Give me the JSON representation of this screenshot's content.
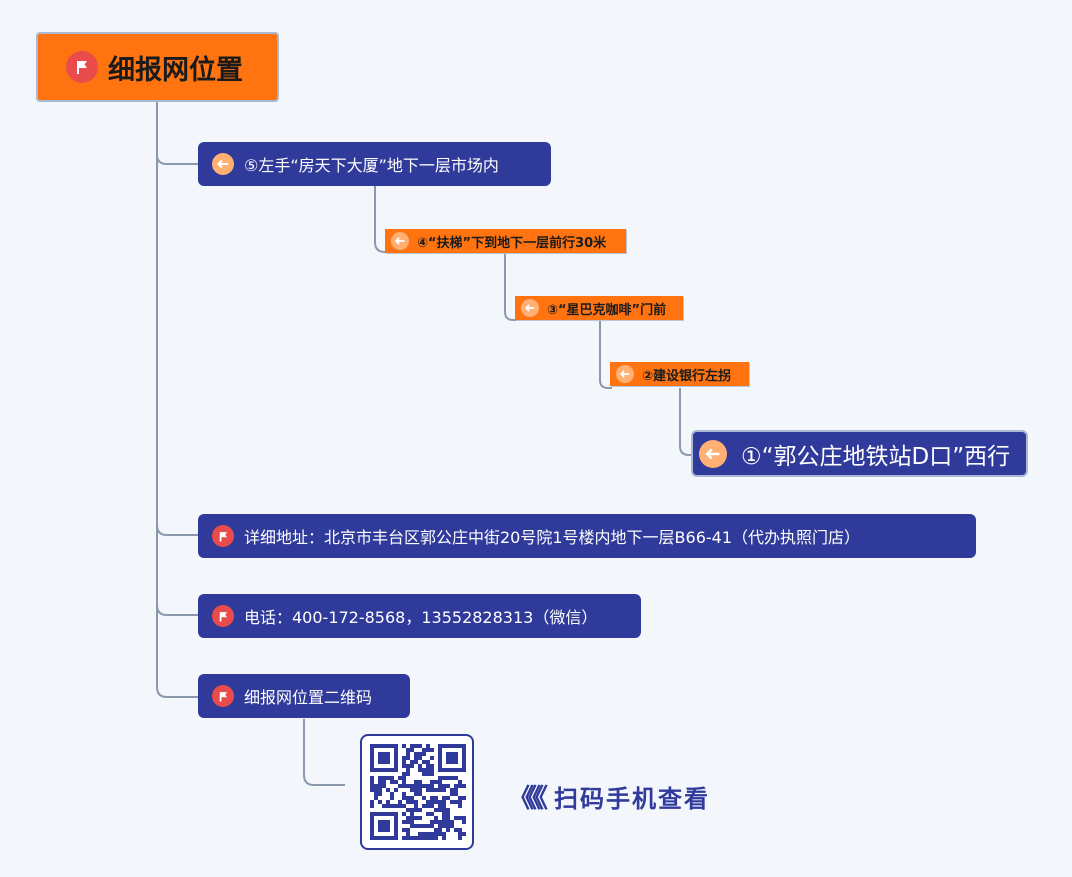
{
  "root": {
    "label": "细报网位置"
  },
  "steps": {
    "step5": "⑤左手“房天下大厦”地下一层市场内",
    "step4": "④“扶梯”下到地下一层前行30米",
    "step3": "③“星巴克咖啡”门前",
    "step2": "②建设银行左拐",
    "step1": "①“郭公庄地铁站D口”西行"
  },
  "address": "详细地址：北京市丰台区郭公庄中街20号院1号楼内地下一层B66-41（代办执照门店）",
  "phone": "电话：400-172-8568，13552828313（微信）",
  "qr_title": "细报网位置二维码",
  "scan_hint": "扫码手机查看",
  "scan_chevrons": "《《《",
  "colors": {
    "orange": "#ff7411",
    "navy": "#2f3a9b",
    "flag_red": "#ea4b4b",
    "arrow_peach": "#ffb072",
    "connector": "#8c98ac"
  }
}
